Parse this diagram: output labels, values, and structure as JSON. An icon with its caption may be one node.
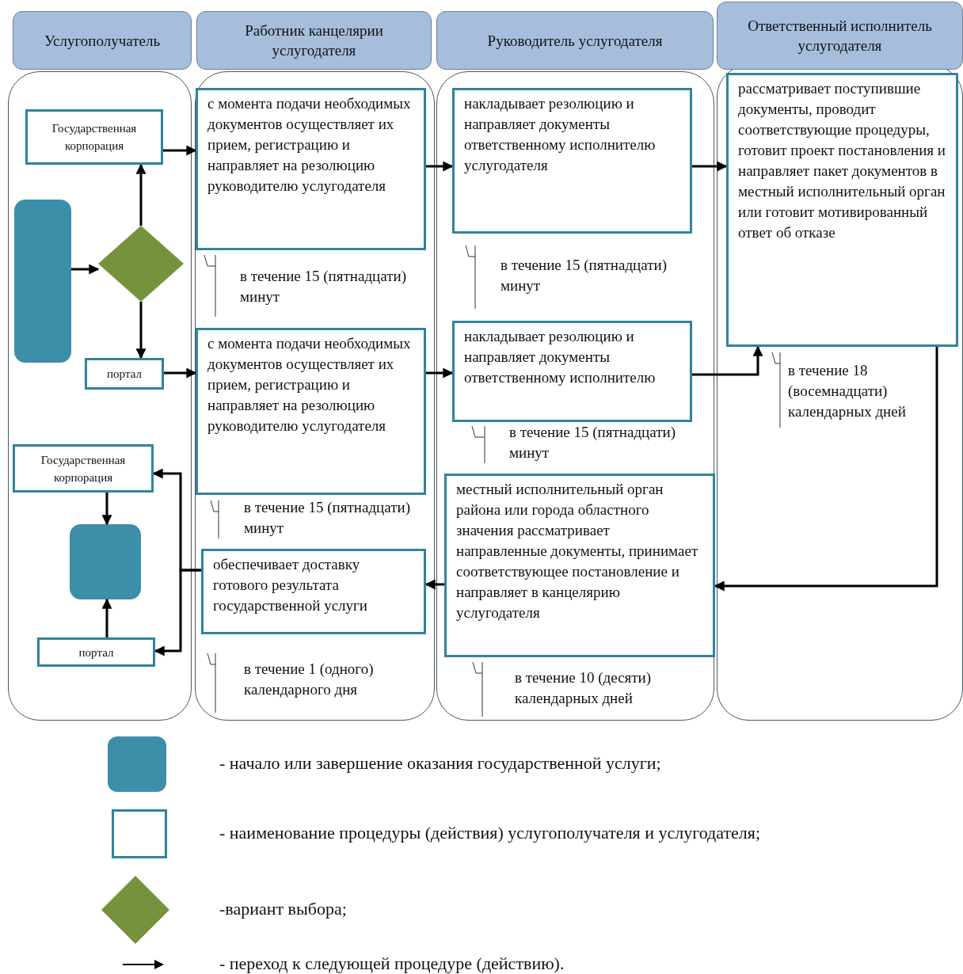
{
  "diagram": {
    "nodes": [
      {
        "text": [
          "Услугополучатель"
        ]
      },
      {
        "text": [
          "Работник канцелярии услугодателя"
        ]
      },
      {
        "text": [
          "Руководитель услугодателя"
        ]
      },
      {
        "text": [
          "Ответственный исполнитель услугодателя"
        ]
      },
      {
        "text": [],
        "shape": "box",
        "in": 0
      },
      {
        "text": [],
        "shape": "diamond",
        "in": 0
      },
      {
        "text": [
          "Государственная корпорация"
        ],
        "in": 0
      },
      {
        "text": [
          "портал"
        ],
        "in": 0
      },
      {
        "text": [
          "с момента подачи необходимых документов осуществляет их прием, регистрацию и направляет на резолюцию руководителю услугодателя"
        ],
        "in": 1,
        "beside": [
          "в течение 15 (пятнадцати) минут"
        ]
      },
      {
        "text": [
          "с момента подачи необходимых документов осуществляет их прием, регистрацию и направляет на резолюцию руководителю услугодателя"
        ],
        "in": 1,
        "beside": [
          "в течение 15 (пятнадцати) минут"
        ]
      },
      {
        "text": [
          "накладывает резолюцию и направляет документы ответственному исполнителю услугодателя"
        ],
        "in": 2,
        "beside": [
          "в течение 15 (пятнадцати) минут"
        ]
      },
      {
        "text": [
          "накладывает резолюцию и направляет документы ответственному исполнителю"
        ],
        "in": 2,
        "beside": [
          "в течение 15 (пятнадцати) минут"
        ]
      },
      {
        "text": [
          "рассматривает поступившие документы, проводит соответствующие процедуры, готовит проект постановления и направляет пакет документов в местный исполнительный орган или готовит мотивированный ответ об отказе"
        ],
        "in": 3,
        "beside": [
          "в течение 18 (восемнадцати) календарных дней"
        ]
      },
      {
        "text": [
          "местный исполнительный орган района или города областного значения рассматривает направленные документы, принимает соответствующее постановление и направляет в канцелярию услугодателя"
        ],
        "in": 2,
        "beside": [
          "в течение  10 (десяти) календарных дней"
        ]
      },
      {
        "text": [
          "обеспечивает доставку готового результата государственной услуги"
        ],
        "in": 1,
        "beside": [
          "в течение 1 (одного) календарного дня"
        ]
      },
      {
        "text": [
          "Государственная корпорация"
        ],
        "in": 0
      },
      {
        "text": [],
        "shape": "box",
        "in": 0
      },
      {
        "text": [
          "портал"
        ],
        "in": 0
      }
    ],
    "edges": [
      {
        "from": 4,
        "to": 5,
        "arrow": "to"
      },
      {
        "from": 5,
        "to": 6,
        "arrow": "to"
      },
      {
        "from": 5,
        "to": 7,
        "arrow": "to"
      },
      {
        "from": 6,
        "to": 8,
        "arrow": "to"
      },
      {
        "from": 7,
        "to": 9,
        "arrow": "to"
      },
      {
        "from": 8,
        "to": 10,
        "arrow": "to"
      },
      {
        "from": 9,
        "to": 11,
        "arrow": "to"
      },
      {
        "from": 10,
        "to": 12,
        "arrow": "to"
      },
      {
        "from": 11,
        "to": 12,
        "arrow": "to"
      },
      {
        "from": 12,
        "to": 13,
        "arrow": "to"
      },
      {
        "from": 13,
        "to": 14,
        "arrow": "to"
      },
      {
        "from": 14,
        "to": 15,
        "arrow": "to"
      },
      {
        "from": 14,
        "to": 17,
        "arrow": "to"
      },
      {
        "from": 15,
        "to": 16,
        "arrow": "to"
      },
      {
        "from": 17,
        "to": 16,
        "arrow": "to"
      }
    ],
    "legend": [
      {
        "text": "- начало или завершение оказания государственной услуги;",
        "color": "#3d8ea8"
      },
      {
        "text": "- наименование процедуры (действия) услугополучателя и услугодателя;"
      },
      {
        "text": "-вариант выбора;"
      },
      {
        "text": "- переход к следующей процедуре (действию)."
      }
    ]
  }
}
